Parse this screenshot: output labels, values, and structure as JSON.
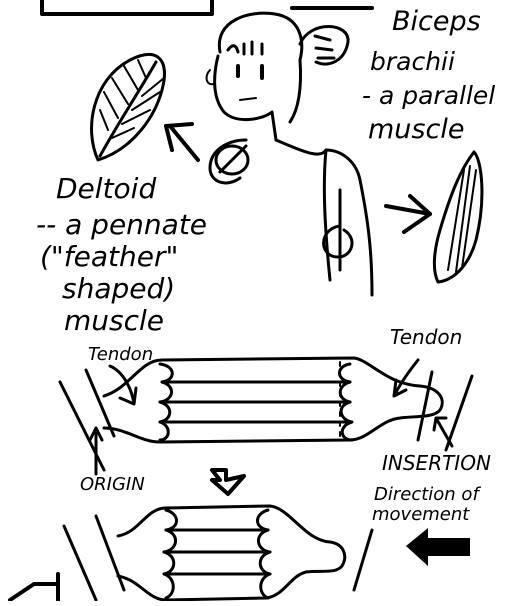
{
  "labels": {
    "biceps_line1": "Biceps",
    "biceps_line2": "brachii",
    "biceps_line3": "- a parallel",
    "biceps_line4": "muscle",
    "deltoid_line1": "Deltoid",
    "deltoid_line2": "-- a pennate",
    "deltoid_line3": "(\"feather\"",
    "deltoid_line4": "shaped)",
    "deltoid_line5": "muscle",
    "tendon_left": "Tendon",
    "tendon_right": "Tendon",
    "origin": "ORIGIN",
    "insertion": "INSERTION",
    "direction_line1": "Direction of",
    "direction_line2": "movement"
  }
}
